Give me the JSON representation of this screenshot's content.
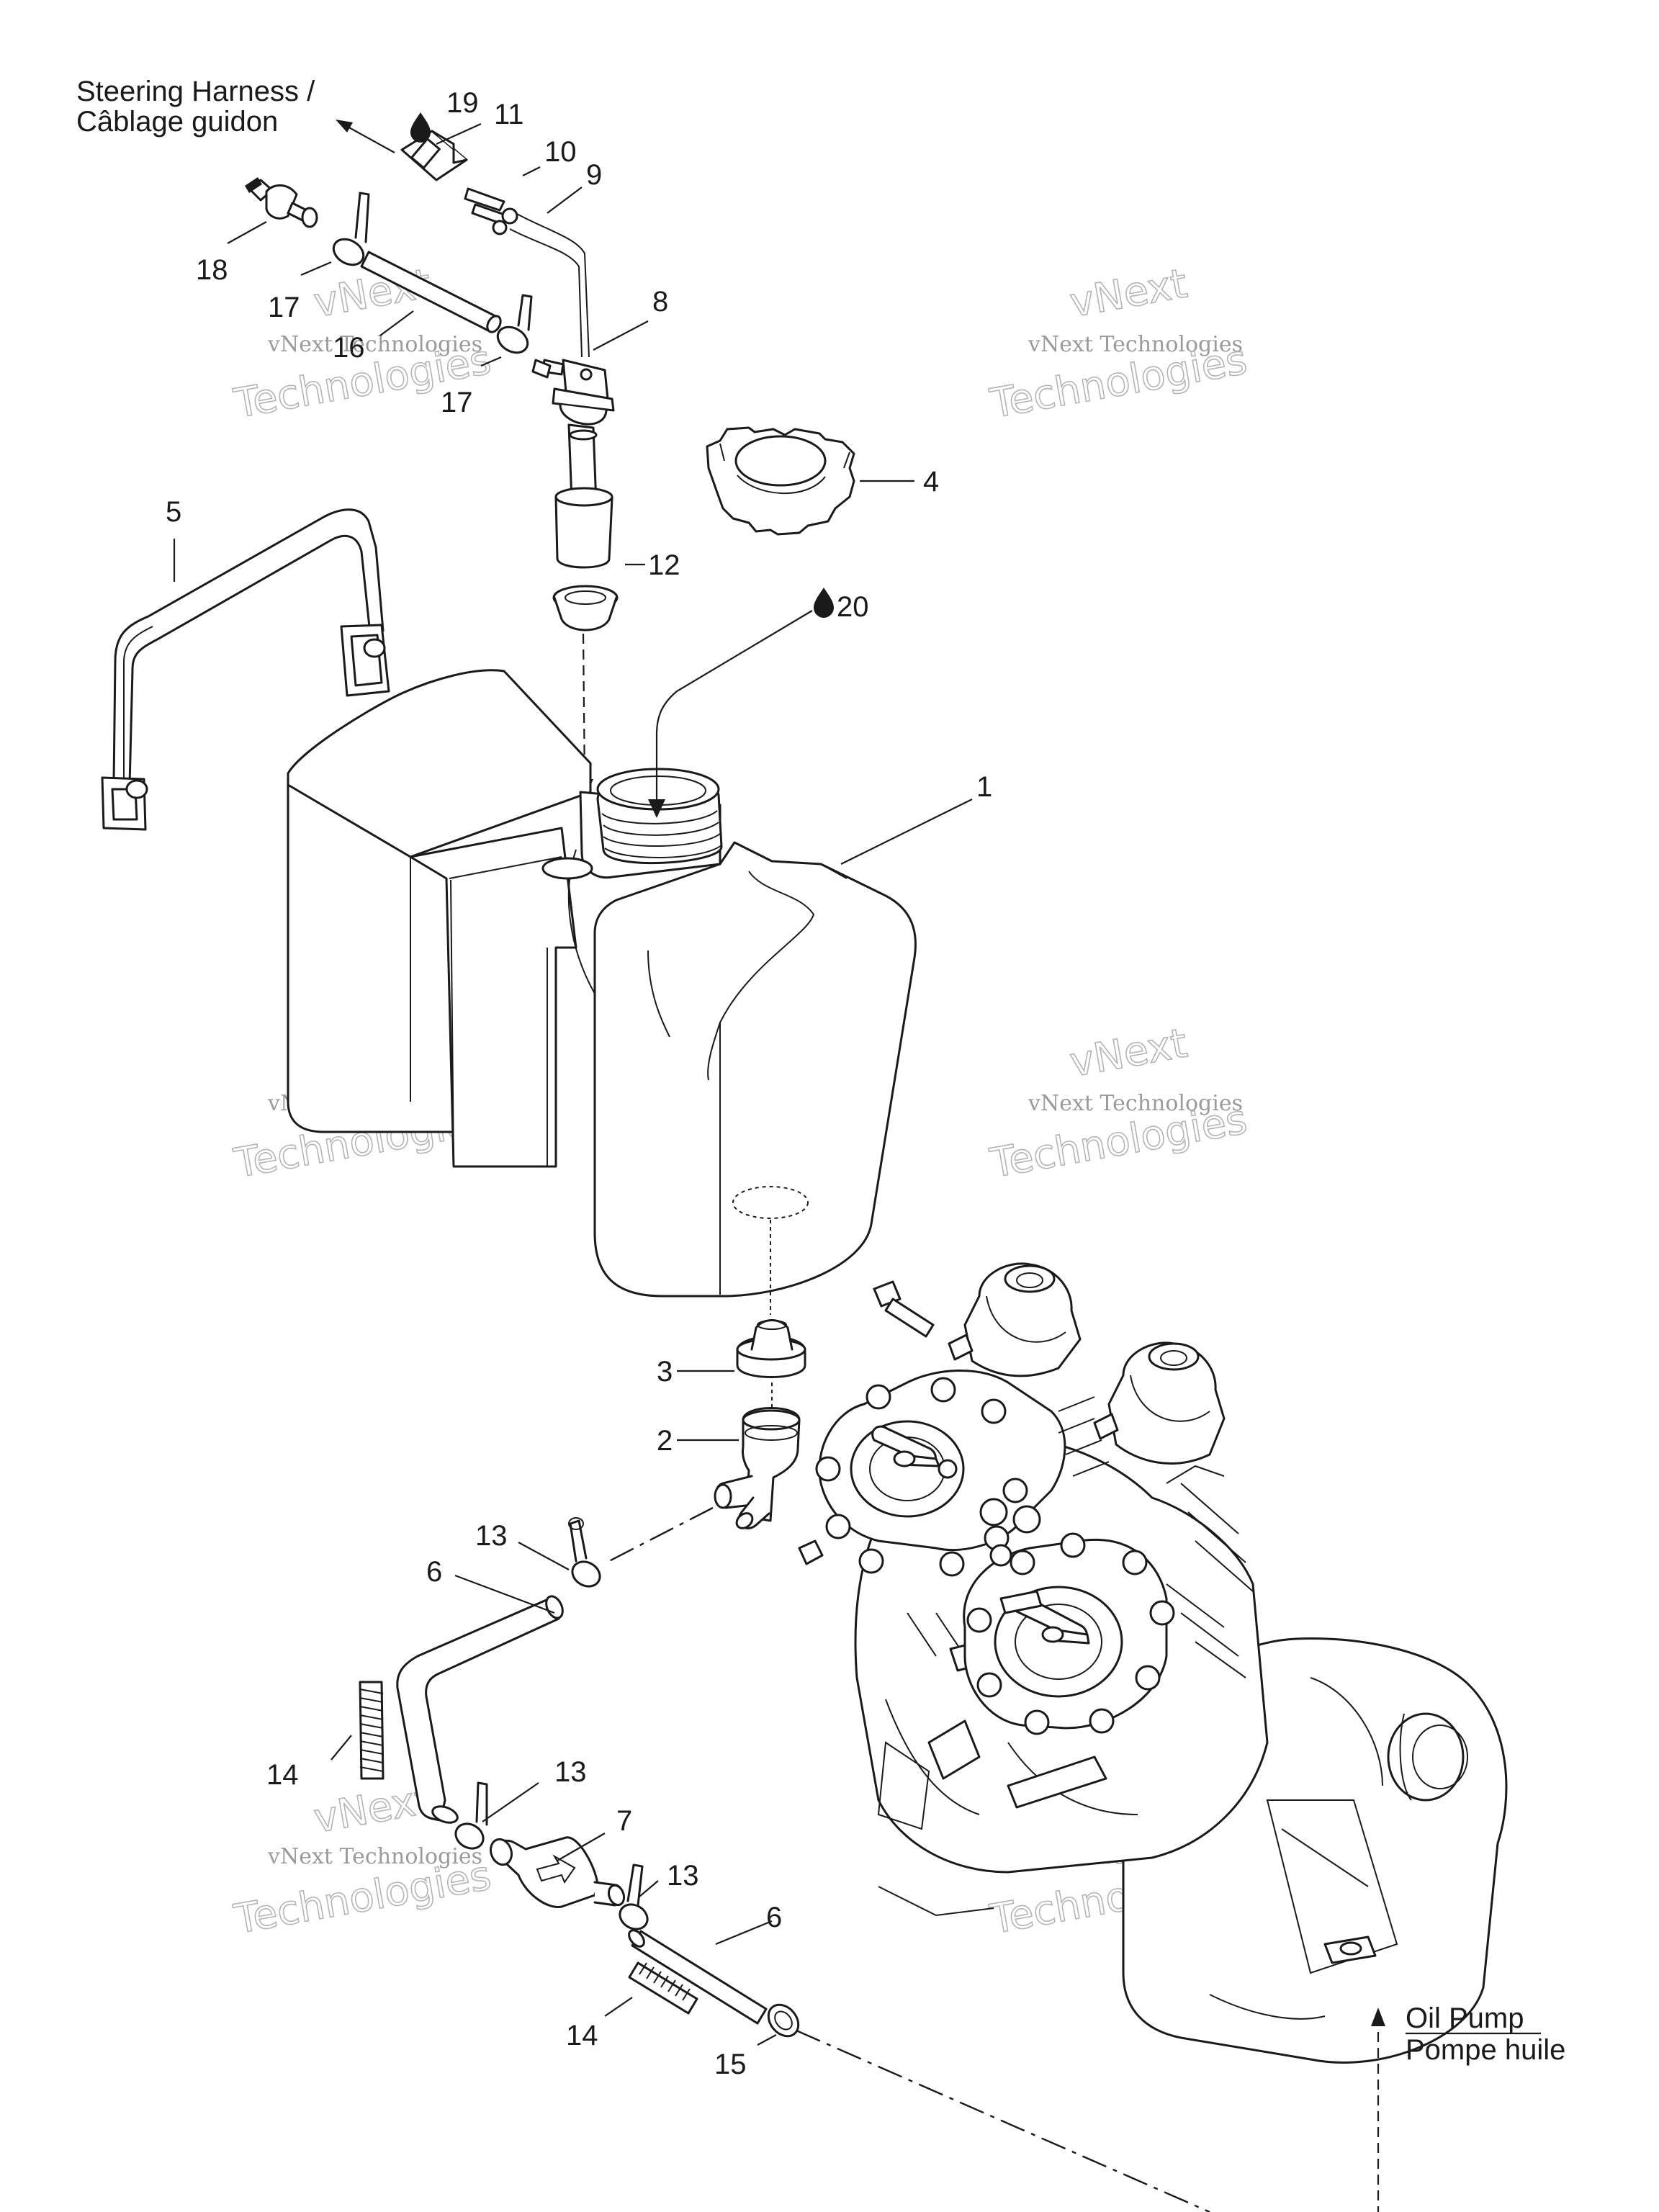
{
  "labels": {
    "steering_harness_en": "Steering Harness /",
    "steering_harness_fr": "Câblage guidon",
    "oil_pump_en": "Oil Pump",
    "oil_pump_fr": "Pompe huile"
  },
  "watermark": {
    "line1": "vNext Technologies",
    "big_line1": "vNext",
    "big_line2": "Technologies"
  },
  "drop_icon": "oil-drop-icon",
  "callouts": {
    "c1": "1",
    "c2": "2",
    "c3": "3",
    "c4": "4",
    "c5": "5",
    "c6a": "6",
    "c6b": "6",
    "c7": "7",
    "c8": "8",
    "c9": "9",
    "c10": "10",
    "c11": "11",
    "c12": "12",
    "c13a": "13",
    "c13b": "13",
    "c13c": "13",
    "c14a": "14",
    "c14b": "14",
    "c15": "15",
    "c16": "16",
    "c17a": "17",
    "c17b": "17",
    "c18": "18",
    "c19": "19",
    "c20": "20"
  }
}
